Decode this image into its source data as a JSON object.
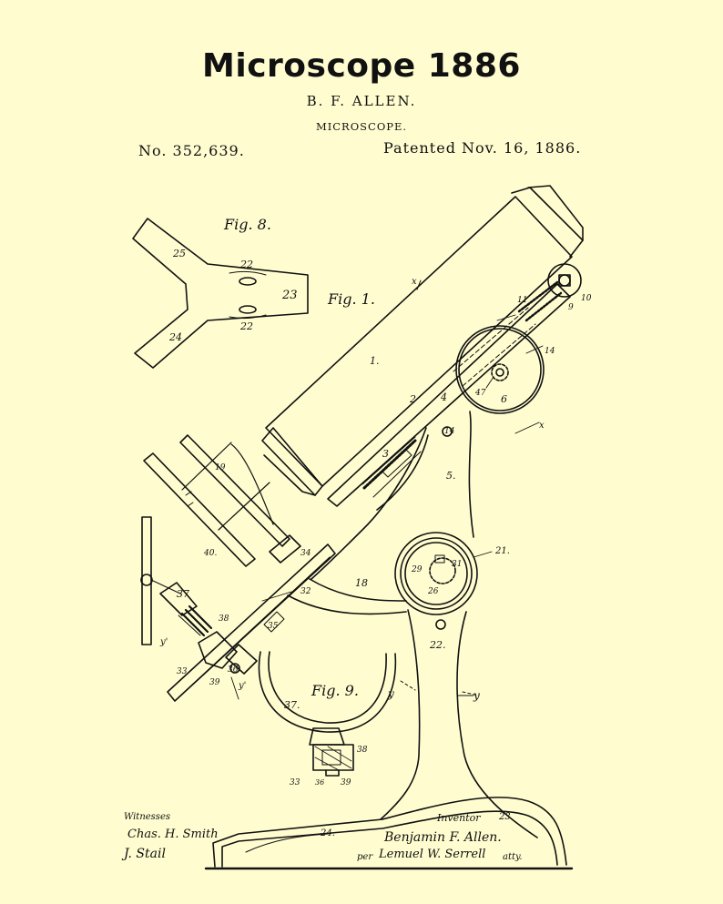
{
  "header": {
    "title": "Microscope 1886",
    "inventor": "B. F. ALLEN.",
    "subject": "MICROSCOPE.",
    "patent_number": "No. 352,639.",
    "patent_date": "Patented Nov. 16, 1886."
  },
  "figures": {
    "fig8": "Fig. 8.",
    "fig1": "Fig. 1.",
    "fig9": "Fig. 9."
  },
  "numerals": {
    "n1": "1.",
    "n2": "2",
    "n3": "3",
    "n4": "4",
    "n5": "5.",
    "n6": "6",
    "n9": "9",
    "n10": "10",
    "n11": "11",
    "n14a": "14",
    "n14b": "14",
    "n18": "18",
    "n19": "19",
    "n21": "21.",
    "n22": "22.",
    "n22a": "22",
    "n22b": "22",
    "n23": "23",
    "n23b": "23",
    "n24": "24",
    "n24b": "24.",
    "n25": "25",
    "n26": "26",
    "n29": "29",
    "n31": "31",
    "n32": "32",
    "n33": "33",
    "n33b": "33",
    "n34": "34",
    "n35": "35",
    "n36": "36",
    "n36b": "36",
    "n37": "37",
    "n37b": "37.",
    "n38": "38",
    "n38b": "38",
    "n39": "39",
    "n39b": "39",
    "n40": "40.",
    "n47": "47",
    "x1": "x",
    "x2": "x",
    "y1": "y",
    "y2": "y",
    "y3": "y'",
    "y4": "y'"
  },
  "signatures": {
    "witnesses_label": "Witnesses",
    "witness_1": "Chas. H. Smith",
    "witness_2": "J. Stail",
    "inventor_label": "Inventor",
    "inventor_name": "Benjamin F. Allen.",
    "per": "per",
    "attorney": "Lemuel W. Serrell",
    "atty": "atty."
  },
  "colors": {
    "paper": "#fffdd0",
    "ink": "#111111"
  }
}
